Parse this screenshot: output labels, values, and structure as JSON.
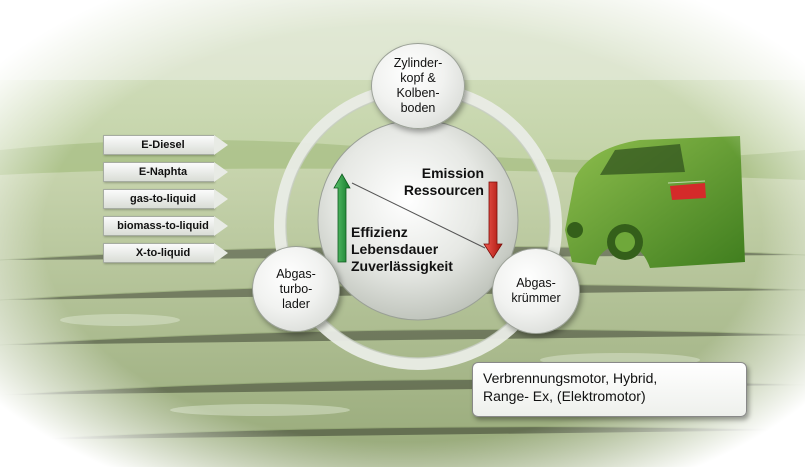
{
  "fuels": [
    {
      "label": "E-Diesel"
    },
    {
      "label": "E-Naphta"
    },
    {
      "label": "gas-to-liquid"
    },
    {
      "label": "biomass-to-liquid"
    },
    {
      "label": "X-to-liquid"
    }
  ],
  "nodes": {
    "top": "Zylinder-\nkopf &\nKolben-\nboden",
    "left": "Abgas-\nturbo-\nlader",
    "right": "Abgas-\nkrümmer"
  },
  "hub": {
    "decrease": "Emission\nRessourcen",
    "increase": "Effizienz\nLebensdauer\nZuverlässigkeit"
  },
  "vehicles": "Verbrennungsmotor, Hybrid,\nRange- Ex, (Elektromotor)",
  "colors": {
    "up_arrow": "#1f9a3c",
    "down_arrow": "#d6231b",
    "field": "#b7c99a"
  }
}
